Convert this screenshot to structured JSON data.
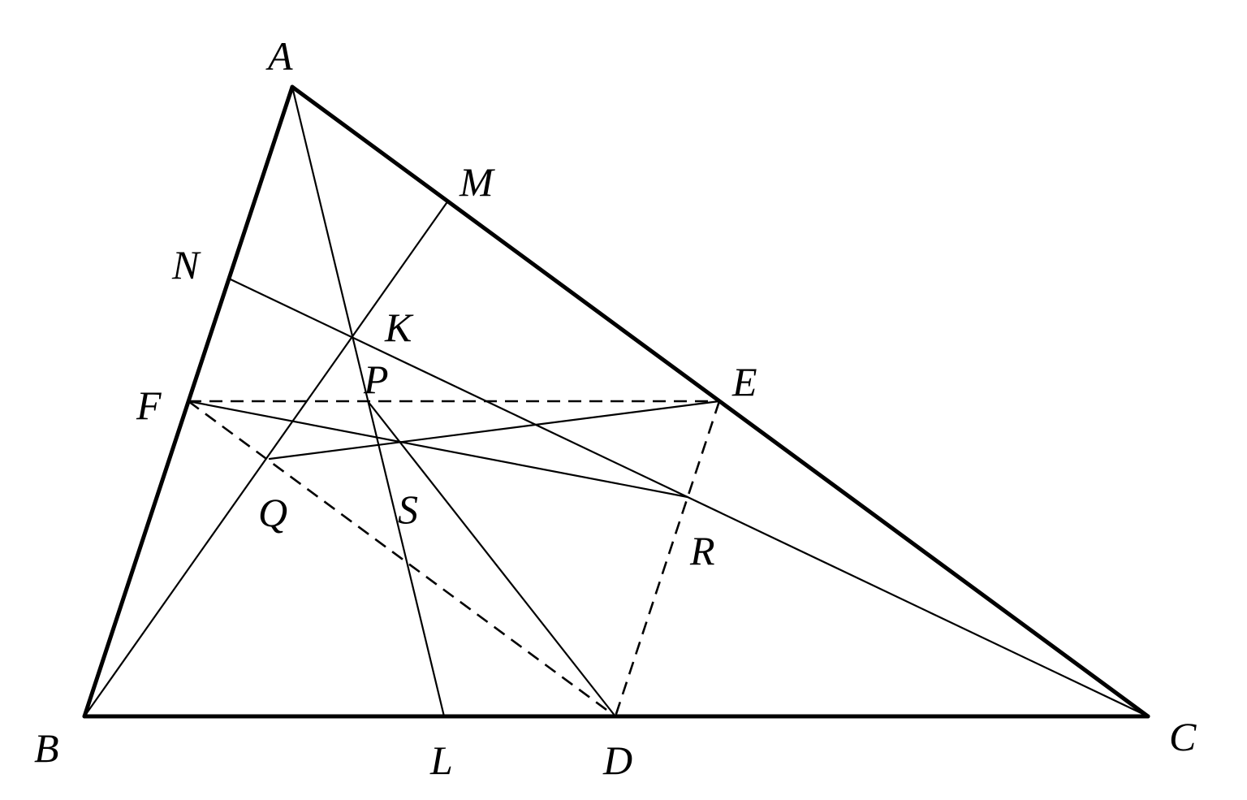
{
  "diagram": {
    "points": {
      "A": {
        "label": "A"
      },
      "B": {
        "label": "B"
      },
      "C": {
        "label": "C"
      },
      "D": {
        "label": "D"
      },
      "E": {
        "label": "E"
      },
      "F": {
        "label": "F"
      },
      "L": {
        "label": "L"
      },
      "M": {
        "label": "M"
      },
      "N": {
        "label": "N"
      },
      "K": {
        "label": "K"
      },
      "P": {
        "label": "P"
      },
      "Q": {
        "label": "Q"
      },
      "R": {
        "label": "R"
      },
      "S": {
        "label": "S"
      }
    },
    "segments": [
      {
        "from": "A",
        "to": "B",
        "style": "thick"
      },
      {
        "from": "A",
        "to": "C",
        "style": "thick"
      },
      {
        "from": "B",
        "to": "C",
        "style": "thick"
      },
      {
        "from": "A",
        "to": "L",
        "style": "thin"
      },
      {
        "from": "B",
        "to": "M",
        "style": "thin"
      },
      {
        "from": "N",
        "to": "C",
        "style": "thin"
      },
      {
        "from": "F",
        "to": "R",
        "style": "thin"
      },
      {
        "from": "Q",
        "to": "E",
        "style": "thin"
      },
      {
        "from": "P",
        "to": "D",
        "style": "thin"
      },
      {
        "from": "F",
        "to": "E",
        "style": "dashed"
      },
      {
        "from": "F",
        "to": "D",
        "style": "dashed"
      },
      {
        "from": "E",
        "to": "D",
        "style": "dashed"
      }
    ]
  }
}
